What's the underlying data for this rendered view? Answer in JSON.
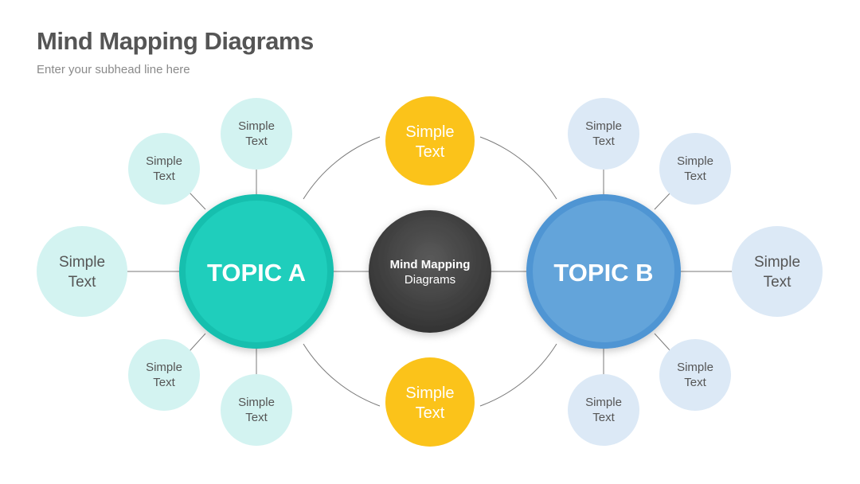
{
  "title": "Mind Mapping Diagrams",
  "subtitle": "Enter your subhead line here",
  "center": {
    "line1": "Mind Mapping",
    "line2": "Diagrams"
  },
  "topic_a": {
    "label": "TOPIC A"
  },
  "topic_b": {
    "label": "TOPIC B"
  },
  "top_node": {
    "line1": "Simple",
    "line2": "Text"
  },
  "bottom_node": {
    "line1": "Simple",
    "line2": "Text"
  },
  "a_nodes": [
    {
      "line1": "Simple",
      "line2": "Text"
    },
    {
      "line1": "Simple",
      "line2": "Text"
    },
    {
      "line1": "Simple",
      "line2": "Text"
    },
    {
      "line1": "Simple",
      "line2": "Text"
    },
    {
      "line1": "Simple",
      "line2": "Text"
    }
  ],
  "b_nodes": [
    {
      "line1": "Simple",
      "line2": "Text"
    },
    {
      "line1": "Simple",
      "line2": "Text"
    },
    {
      "line1": "Simple",
      "line2": "Text"
    },
    {
      "line1": "Simple",
      "line2": "Text"
    },
    {
      "line1": "Simple",
      "line2": "Text"
    }
  ],
  "colors": {
    "teal": "#1DC9B7",
    "teal_light": "#D3F3F1",
    "blue": "#5B9FD8",
    "blue_light": "#DCE9F6",
    "yellow": "#FBC31A",
    "dark": "#464646",
    "text_gray": "#555555"
  }
}
